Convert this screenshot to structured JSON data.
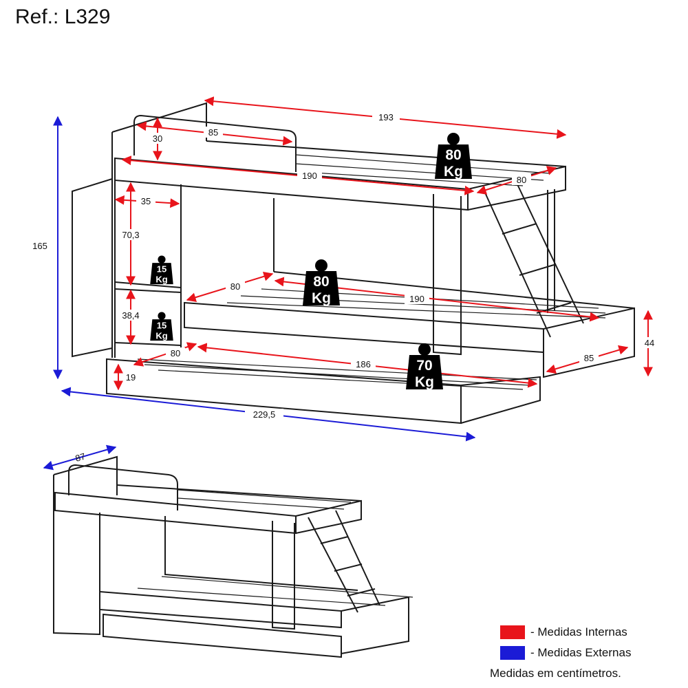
{
  "ref": "Ref.: L329",
  "dimensions": {
    "d193": "193",
    "d85_top": "85",
    "d30": "30",
    "d190_top": "190",
    "d80_top": "80",
    "d35": "35",
    "d70_3": "70,3",
    "d165": "165",
    "d38_4": "38,4",
    "d80_mid": "80",
    "d190_mid": "190",
    "d44": "44",
    "d85_side": "85",
    "d80_low": "80",
    "d186": "186",
    "d19": "19",
    "d229_5": "229,5",
    "d87": "87"
  },
  "weights": {
    "top": {
      "value": "80",
      "unit": "Kg"
    },
    "middle": {
      "value": "80",
      "unit": "Kg"
    },
    "trundle": {
      "value": "70",
      "unit": "Kg"
    },
    "shelf_upper": {
      "value": "15",
      "unit": "Kg"
    },
    "shelf_lower": {
      "value": "15",
      "unit": "Kg"
    }
  },
  "legend": {
    "internal": "- Medidas Internas",
    "external": "- Medidas Externas",
    "note": "Medidas em centímetros."
  },
  "colors": {
    "internal": "#e8141b",
    "external": "#1b1bd6",
    "line": "#1a1a1a"
  }
}
